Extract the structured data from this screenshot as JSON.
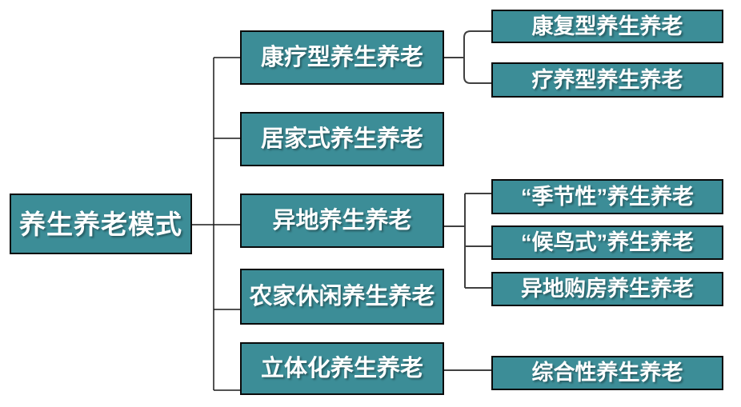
{
  "diagram": {
    "root": {
      "label": "养生养老模式"
    },
    "branches": [
      {
        "label": "康疗型养生养老",
        "children": [
          "康复型养生养老",
          "疗养型养生养老"
        ]
      },
      {
        "label": "居家式养生养老",
        "children": []
      },
      {
        "label": "异地养生养老",
        "children": [
          "“季节性”养生养老",
          "“候鸟式”养生养老",
          "异地购房养生养老"
        ]
      },
      {
        "label": "农家休闲养生养老",
        "children": []
      },
      {
        "label": "立体化养生养老",
        "children": [
          "综合性养生养老"
        ]
      }
    ],
    "colors": {
      "box_fill": "#3c8d97",
      "box_border": "#0a0a0a",
      "text": "#ffffff",
      "line_left": "#1a1a1a",
      "line_right": "#404040",
      "background": "#ffffff"
    }
  }
}
